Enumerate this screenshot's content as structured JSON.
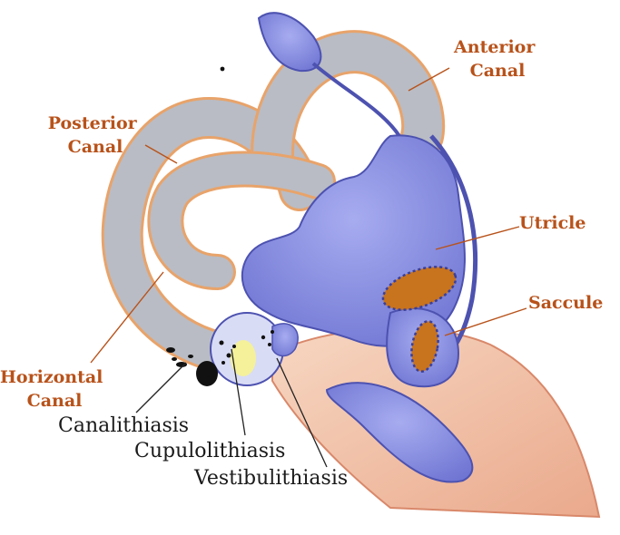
{
  "labels": {
    "anterior_canal": [
      "Anterior",
      "Canal"
    ],
    "posterior_canal": [
      "Posterior",
      "Canal"
    ],
    "horizontal_canal": [
      "Horizontal",
      "Canal"
    ],
    "utricle": "Utricle",
    "saccule": "Saccule",
    "canalithiasis": "Canalithiasis",
    "cupulolithiasis": "Cupulolithiasis",
    "vestibulithiasis": "Vestibulithiasis"
  },
  "colors": {
    "canal_gray": "#b9bcc4",
    "canal_outline": "#e8a36a",
    "membrane_blue": "#8a8fe0",
    "otolith_orange": "#c8731e",
    "label_orange": "#b8521a",
    "tissue_pink": "#f3c4a8"
  }
}
